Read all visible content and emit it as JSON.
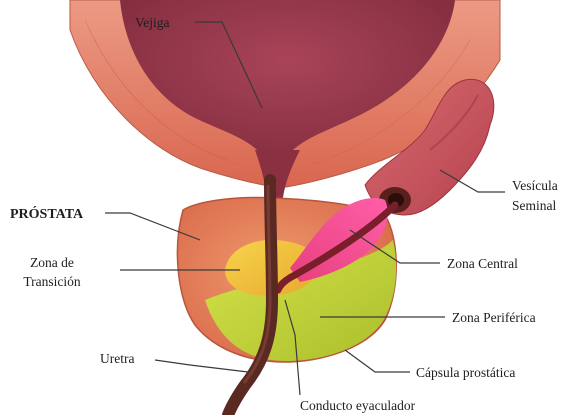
{
  "title": "",
  "labels": {
    "vejiga": "Vejiga",
    "vesicula_line1": "Vesícula",
    "vesicula_line2": "Seminal",
    "prostata": "PRÓSTATA",
    "zona_transicion_line1": "Zona de",
    "zona_transicion_line2": "Transición",
    "zona_central": "Zona Central",
    "zona_periferica": "Zona Periférica",
    "uretra": "Uretra",
    "capsula": "Cápsula prostática",
    "conducto": "Conducto eyaculador"
  },
  "colors": {
    "bladder_wall": "#e37f68",
    "bladder_inner": "#9e3b4e",
    "prostate": "#e8855a",
    "transition_zone": "#f2c63a",
    "central_zone": "#e8327c",
    "peripheral_zone": "#c6d63c",
    "urethra": "#5a2a22",
    "vesicle": "#c8505c"
  }
}
